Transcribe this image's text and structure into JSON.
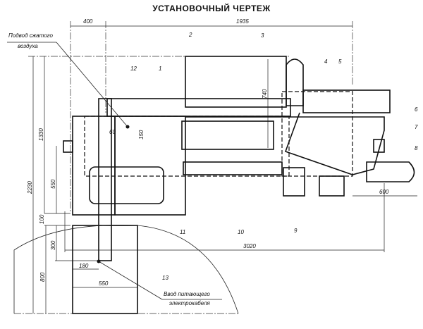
{
  "title": "УСТАНОВОЧНЫЙ ЧЕРТЕЖ",
  "dimensions": {
    "d400": "400",
    "d1935": "1935",
    "d740": "740",
    "d60": "60",
    "d150": "150",
    "d1330": "1330",
    "d2230": "2230",
    "d550v": "550",
    "d100": "100",
    "d300": "300",
    "d800": "800",
    "d180": "180",
    "d550h": "550",
    "d3020": "3020",
    "d600": "600"
  },
  "annotations": {
    "air_line1": "Подвод сжатого",
    "air_line2": "воздуха",
    "cable_line1": "Ввод питающего",
    "cable_line2": "электрокабеля"
  },
  "callouts": [
    "1",
    "2",
    "3",
    "4",
    "5",
    "6",
    "7",
    "8",
    "9",
    "10",
    "11",
    "12",
    "13"
  ]
}
